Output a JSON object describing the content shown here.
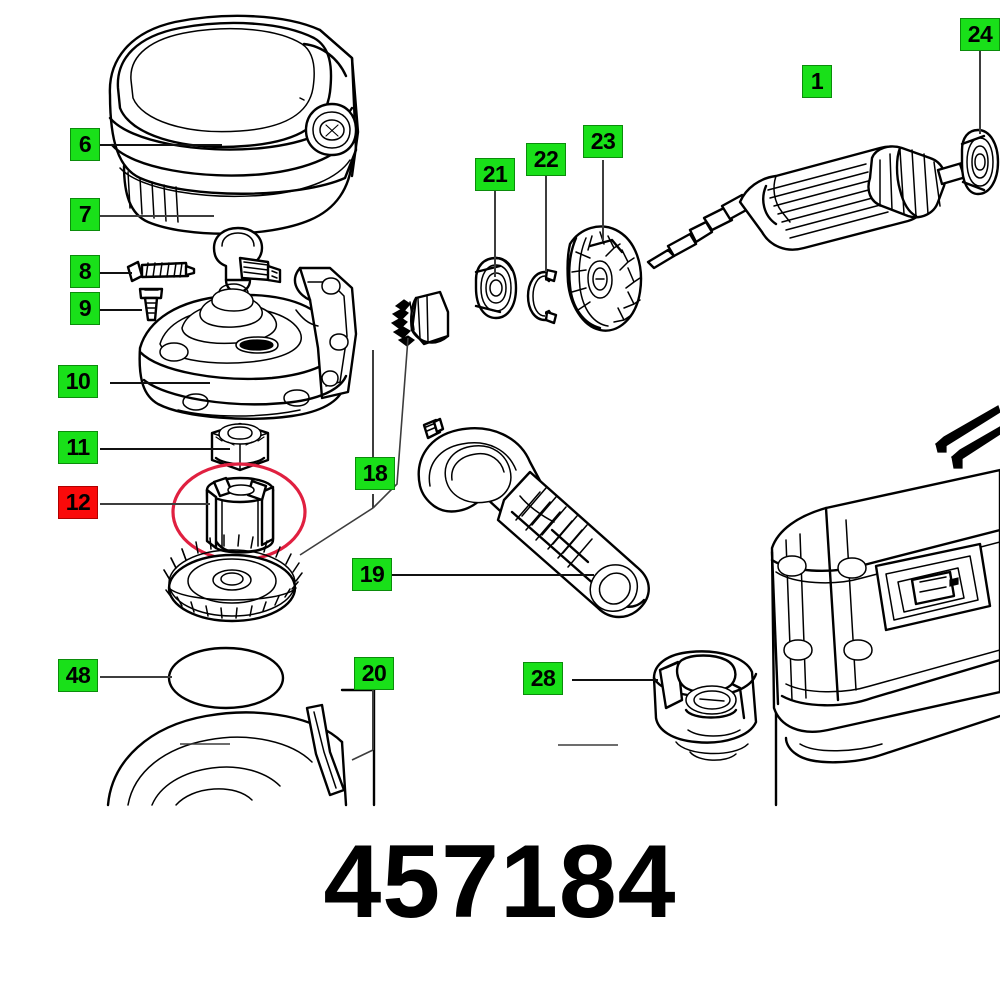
{
  "document": {
    "kind": "exploded-parts-diagram",
    "part_number": "457184",
    "background_color": "#FFFFFF",
    "line_color": "#000000"
  },
  "legend": {
    "normal_balloon_color": "#19E019",
    "highlight_balloon_color": "#FA0A0A",
    "highlight_ring_color": "#E02040",
    "highlighted_item": "12"
  },
  "callouts": [
    {
      "id": "c1",
      "label": "1",
      "highlighted": false,
      "has_leader": false
    },
    {
      "id": "c24",
      "label": "24",
      "highlighted": false,
      "has_leader": true
    },
    {
      "id": "c6",
      "label": "6",
      "highlighted": false,
      "has_leader": true
    },
    {
      "id": "c7",
      "label": "7",
      "highlighted": false,
      "has_leader": true
    },
    {
      "id": "c8",
      "label": "8",
      "highlighted": false,
      "has_leader": true
    },
    {
      "id": "c9",
      "label": "9",
      "highlighted": false,
      "has_leader": true
    },
    {
      "id": "c10",
      "label": "10",
      "highlighted": false,
      "has_leader": true
    },
    {
      "id": "c11",
      "label": "11",
      "highlighted": false,
      "has_leader": true
    },
    {
      "id": "c12",
      "label": "12",
      "highlighted": true,
      "has_leader": true
    },
    {
      "id": "c48",
      "label": "48",
      "highlighted": false,
      "has_leader": true
    },
    {
      "id": "c18",
      "label": "18",
      "highlighted": false,
      "has_leader": true
    },
    {
      "id": "c19",
      "label": "19",
      "highlighted": false,
      "has_leader": true
    },
    {
      "id": "c20",
      "label": "20",
      "highlighted": false,
      "has_leader": true
    },
    {
      "id": "c21",
      "label": "21",
      "highlighted": false,
      "has_leader": true
    },
    {
      "id": "c22",
      "label": "22",
      "highlighted": false,
      "has_leader": true
    },
    {
      "id": "c23",
      "label": "23",
      "highlighted": false,
      "has_leader": true
    },
    {
      "id": "c28",
      "label": "28",
      "highlighted": false,
      "has_leader": true
    }
  ],
  "caption": {
    "part_number": "457184"
  }
}
